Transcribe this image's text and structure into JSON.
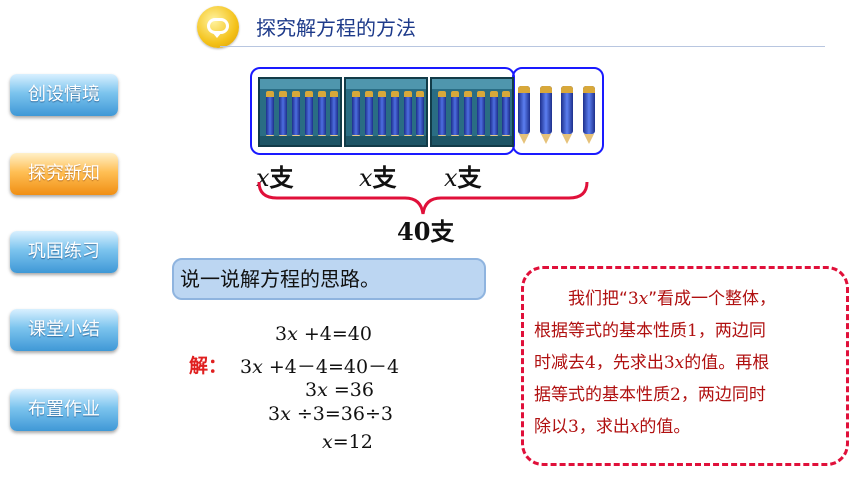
{
  "header": {
    "title": "探究解方程的方法"
  },
  "nav": [
    {
      "label": "创设情境",
      "active": false
    },
    {
      "label": "探究新知",
      "active": true
    },
    {
      "label": "巩固练习",
      "active": false
    },
    {
      "label": "课堂小结",
      "active": false
    },
    {
      "label": "布置作业",
      "active": false
    }
  ],
  "figure": {
    "box_labels": [
      {
        "var": "x",
        "unit": "支"
      },
      {
        "var": "x",
        "unit": "支"
      },
      {
        "var": "x",
        "unit": "支"
      }
    ],
    "total": {
      "number": "40",
      "unit": "支"
    }
  },
  "prompt": "说一说解方程的思路。",
  "solution": {
    "given": {
      "a": "3",
      "v": "x",
      "b": " +4=40"
    },
    "head": "解：",
    "lines": [
      {
        "a": "3",
        "v": "x",
        "b": " +4－4=40－4"
      },
      {
        "a": "3",
        "v": "x",
        "b": " =36"
      },
      {
        "a": "3",
        "v": "x",
        "b": " ÷3=36÷3"
      },
      {
        "a": "",
        "v": "x",
        "b": "=12"
      }
    ]
  },
  "note": {
    "p1": "我们把“",
    "p1_num": "3",
    "p1_var": "x",
    "p1_end": "”看成一个整体，",
    "p2": "根据等式的基本性质",
    "p2_num": "1",
    "p2_end": "，两边同",
    "p3": "时减去",
    "p3_num": "4",
    "p3_mid": "，先求出",
    "p3_num2": "3",
    "p3_var": "x",
    "p3_end": "的值。再根",
    "p4": "据等式的基本性质",
    "p4_num": "2",
    "p4_end": "，两边同时",
    "p5": "除以",
    "p5_num": "3",
    "p5_mid": "，求出",
    "p5_var": "x",
    "p5_end": "的值。"
  }
}
